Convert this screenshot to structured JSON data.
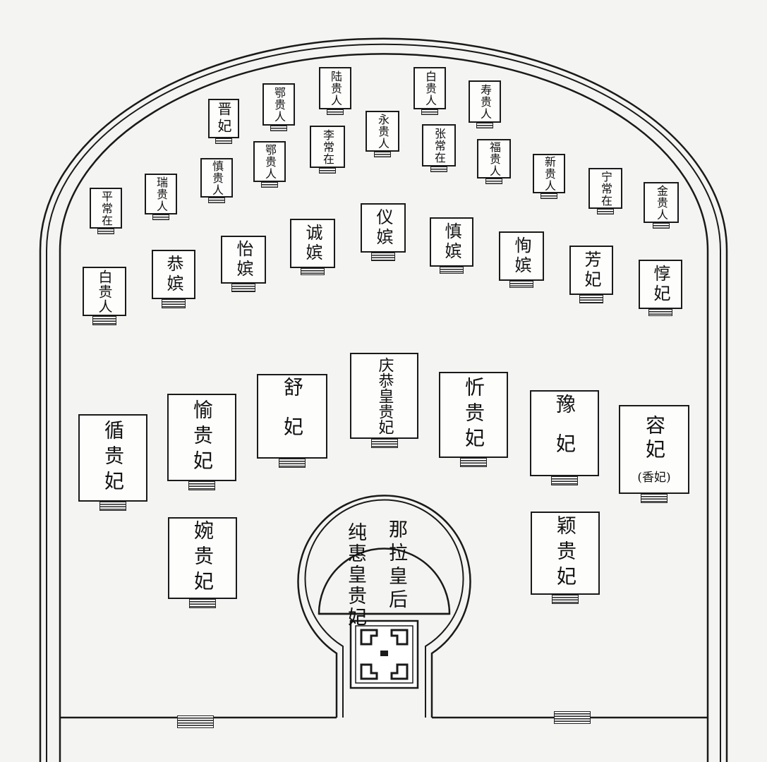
{
  "tombs": {
    "jin_fei": "晋妃",
    "e_guiren": "鄂贵人",
    "lu_guiren": "陆贵人",
    "bai_guiren": "白贵人",
    "shou_guiren": "寿贵人",
    "ping_changzai": "平常在",
    "ruyi_guiren": "瑞贵人",
    "shen_guiren": "慎贵人",
    "e2_guiren": "鄂贵人",
    "li_changzai": "李常在",
    "yong_guiren": "永贵人",
    "zhang_changzai": "张常在",
    "fu_guiren": "福贵人",
    "xin_guiren": "新贵人",
    "ning_changzai": "宁常在",
    "jin_guiren": "金贵人",
    "bai2_guiren": "白贵人",
    "gong_pin": "恭嫔",
    "yi_pin": "怡嫔",
    "cheng_pin": "诚嫔",
    "yi2_pin": "仪嫔",
    "shen_pin": "慎嫔",
    "xun_pin": "恂嫔",
    "fang_fei": "芳妃",
    "dun_fei": "惇妃",
    "xun_guifei": "循贵妃",
    "yu_guifei": "愉贵妃",
    "shu_fei": "舒妃",
    "qinggong_huangguifei": "庆恭皇贵妃",
    "xin_guifei": "忻贵妃",
    "yu_fei": "豫妃",
    "rong_fei": "容妃",
    "rong_fei_note": "(香妃)",
    "wan_guifei": "婉贵妃",
    "ying_guifei": "颖贵妃"
  },
  "center": {
    "left_label": "纯惠皇贵妃",
    "right_label": "那拉皇后"
  }
}
